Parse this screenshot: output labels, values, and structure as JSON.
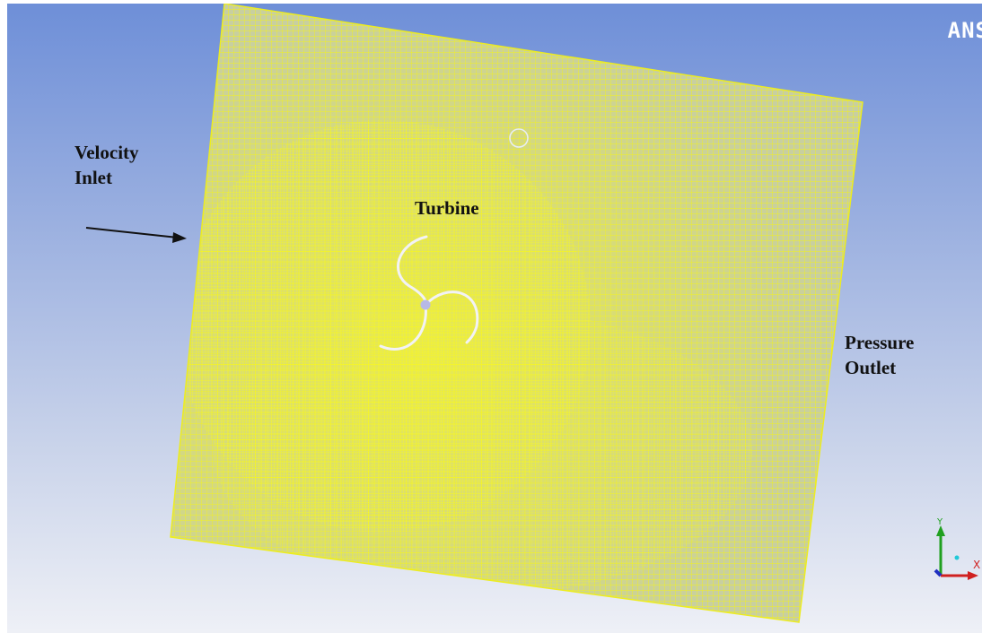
{
  "viewport": {
    "brand_text": "ANS",
    "background_top": "#6e8fd8",
    "background_bottom": "#eef0f6",
    "mesh_color": "#f4f41a"
  },
  "annotations": {
    "inlet_label": "Velocity\nInlet",
    "turbine_label": "Turbine",
    "outlet_label": "Pressure\nOutlet"
  },
  "axis_triad": {
    "x_label": "X",
    "y_label": "Y",
    "x_color": "#d02020",
    "y_color": "#20a020",
    "z_color": "#2030c0"
  },
  "icons": [
    "arrow-icon",
    "axis-triad-icon",
    "turbine-rotor-icon"
  ]
}
